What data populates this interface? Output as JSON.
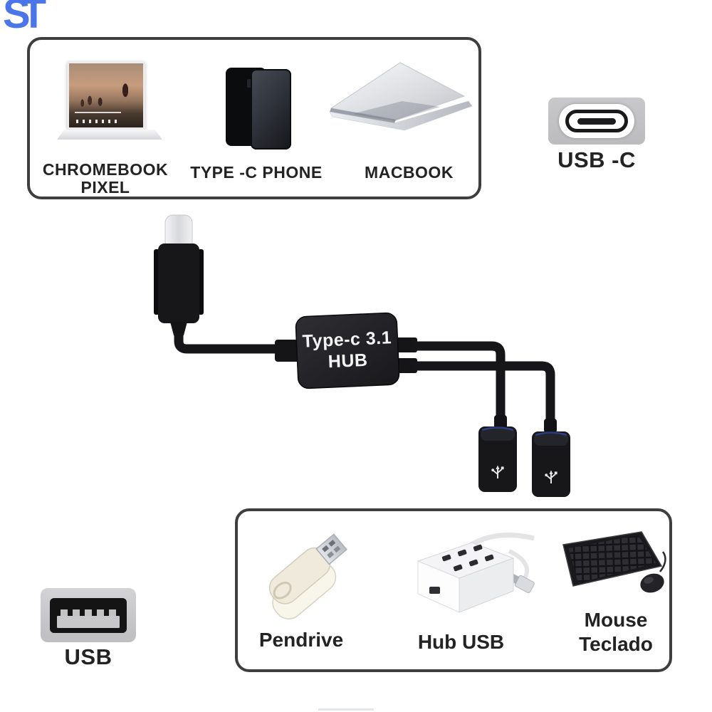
{
  "logo": {
    "text": "ST",
    "color": "#4b76ea"
  },
  "compatible_devices_box": {
    "items": [
      {
        "id": "chromebook-pixel",
        "label_line1": "CHROMEBOOK",
        "label_line2": "PIXEL",
        "icon": "chromebook-laptop-photo"
      },
      {
        "id": "type-c-phone",
        "label": "TYPE -C PHONE",
        "icon": "type-c-phone-photo"
      },
      {
        "id": "macbook",
        "label": "MACBOOK",
        "icon": "macbook-laptop-photo"
      }
    ]
  },
  "usb_c_connector": {
    "label": "USB -C",
    "icon": "usb-c-port-icon"
  },
  "cable_hub": {
    "label_line1": "Type-c 3.1",
    "label_line2": "HUB"
  },
  "usb_a_connector": {
    "label": "USB",
    "icon": "usb-a-port-icon"
  },
  "peripherals_box": {
    "items": [
      {
        "id": "pendrive",
        "label": "Pendrive",
        "icon": "pendrive-photo"
      },
      {
        "id": "hub-usb",
        "label": "Hub USB",
        "icon": "usb-hub-photo"
      },
      {
        "id": "mouse-teclado",
        "label_line1": "Mouse",
        "label_line2": "Teclado",
        "icon": "mouse-keyboard-photo"
      }
    ]
  },
  "colors": {
    "accent_blue": "#4b76ea",
    "cable_black": "#161619",
    "port_gray": "#c2c2c4",
    "box_border": "#3e3e3e"
  }
}
